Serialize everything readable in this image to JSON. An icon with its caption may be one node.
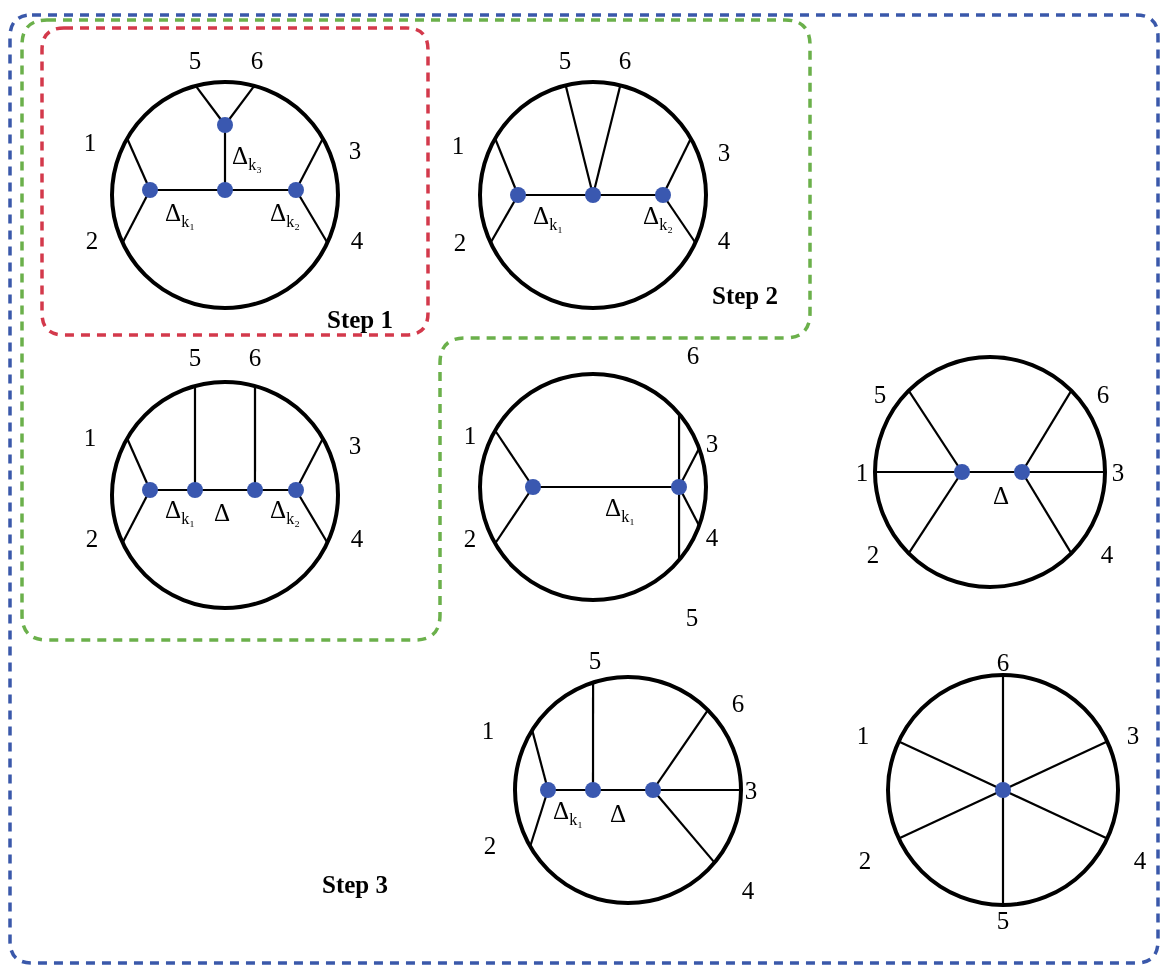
{
  "diagram": {
    "nodes": [
      {
        "text": [
          "Step 3"
        ]
      },
      {
        "text": [
          "Step 2"
        ],
        "in": 0
      },
      {
        "text": [
          "Step 1"
        ],
        "in": 1
      },
      {
        "text": [
          "5",
          "6",
          "1",
          "Δ$_{k₃}$",
          "3",
          "2",
          "Δ$_{k₁}$",
          "Δ$_{k₂}$",
          "4"
        ],
        "in": 2
      },
      {
        "text": [
          "5",
          "6",
          "1",
          "3",
          "2",
          "Δ$_{k₁}$",
          "Δ$_{k₂}$",
          "4"
        ],
        "in": 1
      },
      {
        "text": [
          "5",
          "6",
          "1",
          "3",
          "2",
          "Δ$_{k₁}$",
          "Δ",
          "Δ$_{k₂}$",
          "4"
        ],
        "in": 1
      },
      {
        "text": [
          "6",
          "1",
          "3",
          "Δ$_{k₁}$",
          "4",
          "2",
          "5"
        ],
        "in": 0
      },
      {
        "text": [
          "5",
          "6",
          "1",
          "3",
          "Δ",
          "2",
          "4"
        ],
        "in": 0
      },
      {
        "text": [
          "5",
          "6",
          "1",
          "3",
          "2",
          "Δ$_{k₁}$",
          "Δ",
          "4"
        ],
        "in": 0
      },
      {
        "text": [
          "6",
          "1",
          "3",
          "2",
          "4",
          "5"
        ],
        "in": 0
      }
    ]
  }
}
